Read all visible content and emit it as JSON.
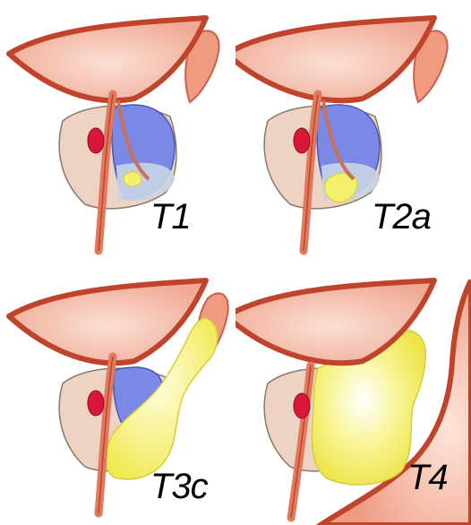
{
  "panels": [
    {
      "label": "T1"
    },
    {
      "label": "T2a"
    },
    {
      "label": "T3c"
    },
    {
      "label": "T4"
    }
  ],
  "colors": {
    "bladder_outline": "#c0442b",
    "bladder_fill": "#f2b7a4",
    "prostate_fill": "#ecd3c3",
    "urethra": "#e2785c",
    "seminal_vesicle": "#f09a80",
    "nerve_red": "#d9173a",
    "lobe_blue": "#7c88e6",
    "tumor_yellow": "#f4f06a",
    "rectum": "#f0a48e"
  }
}
